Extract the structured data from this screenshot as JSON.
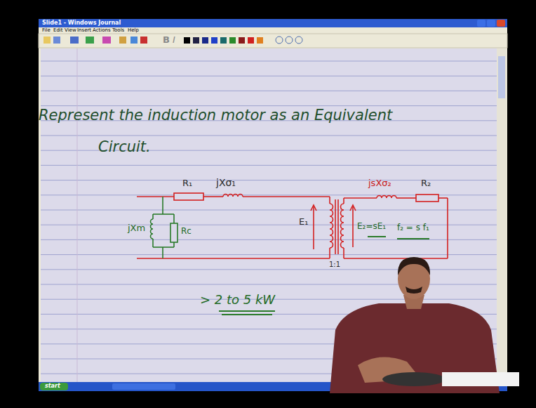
{
  "diagram": {
    "title": "Represent the induction motor as an Equivalent Circuit.",
    "labels": [
      "Slide1 - Windows Journal",
      "File",
      "Edit",
      "View",
      "Insert",
      "Actions",
      "Tools",
      "Help",
      "B",
      "I",
      "R₁",
      "jXσ₁",
      "jXm",
      "Rc",
      "E₁",
      "E₂=sE₁",
      "f₂ = s f₁",
      "jsXσ₂",
      "R₂",
      "1:1",
      "> 2 to 5 kW",
      "start"
    ]
  }
}
